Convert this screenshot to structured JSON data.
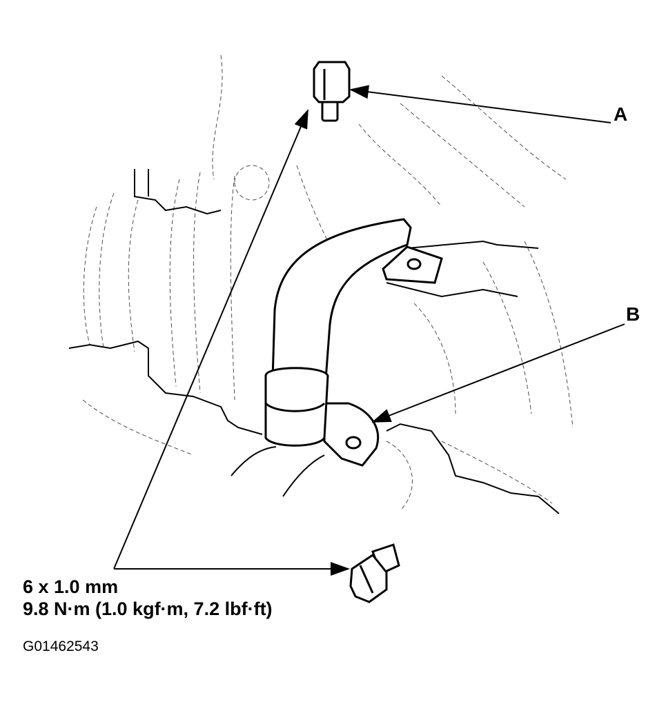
{
  "callouts": {
    "a": "A",
    "b": "B"
  },
  "spec": {
    "bolt_size": "6 x 1.0 mm",
    "torque": "9.8 N·m (1.0 kgf·m, 7.2 lbf·ft)"
  },
  "figure_id": "G01462543"
}
